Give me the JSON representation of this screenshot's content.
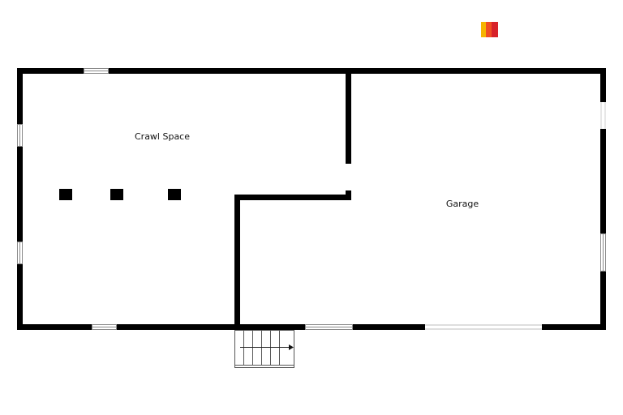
{
  "floorplan": {
    "rooms": [
      {
        "id": "crawl-space",
        "label": "Crawl Space"
      },
      {
        "id": "garage",
        "label": "Garage"
      }
    ],
    "logo": {
      "colors": [
        "#F6B400",
        "#F04E23",
        "#D7222A"
      ]
    },
    "colors": {
      "wall": "#000000",
      "background": "#ffffff",
      "window_frame": "#8a8a8a"
    }
  }
}
